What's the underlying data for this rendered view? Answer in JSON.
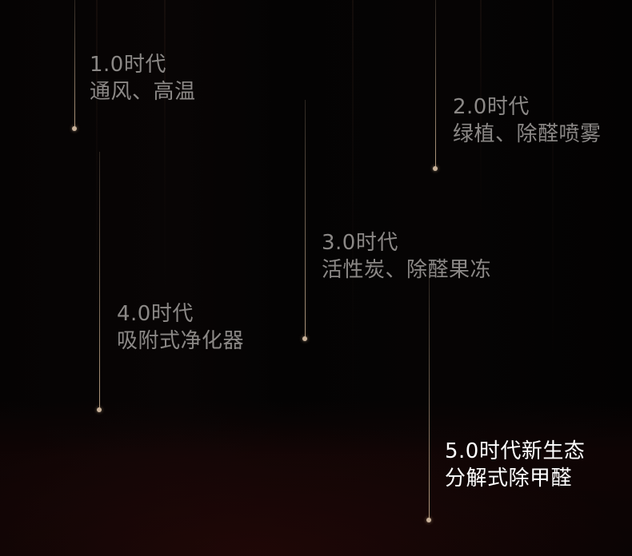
{
  "eras": [
    {
      "era": "1.0时代",
      "desc": "通风、高温"
    },
    {
      "era": "2.0时代",
      "desc": "绿植、除醛喷雾"
    },
    {
      "era": "3.0时代",
      "desc": "活性炭、除醛果冻"
    },
    {
      "era": "4.0时代",
      "desc": "吸附式净化器"
    },
    {
      "era": "5.0时代新生态",
      "desc": "分解式除甲醛"
    }
  ]
}
